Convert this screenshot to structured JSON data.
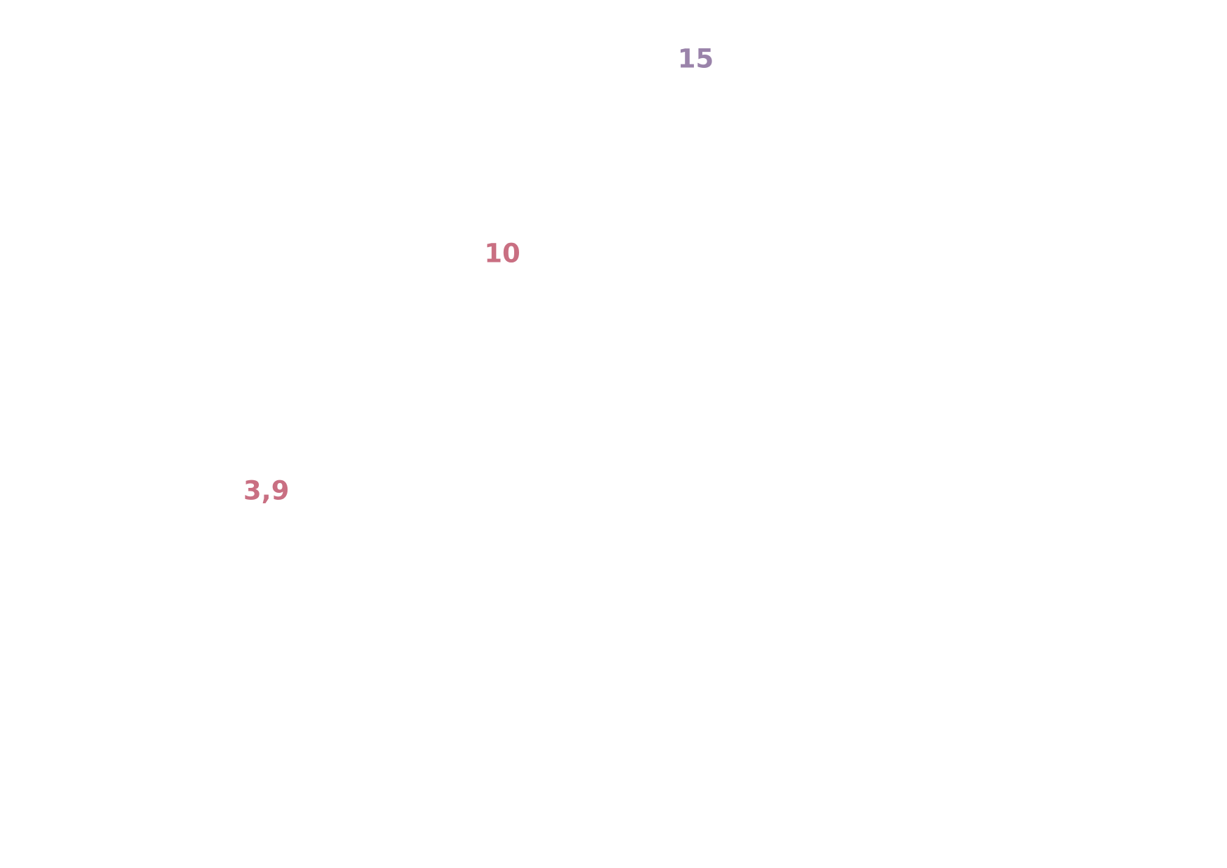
{
  "chart_data": {
    "type": "scatter",
    "title": "",
    "xlabel": "",
    "ylabel": "",
    "grid": false,
    "axes_visible": false,
    "legend": "none",
    "points": [
      {
        "label": "3,9",
        "value": 3.9,
        "color": "#c96f82"
      },
      {
        "label": "10",
        "value": 10,
        "color": "#c96f82"
      },
      {
        "label": "15",
        "value": 15,
        "color": "#9a83aa"
      }
    ]
  },
  "colors": {
    "background": "#ffffff"
  }
}
